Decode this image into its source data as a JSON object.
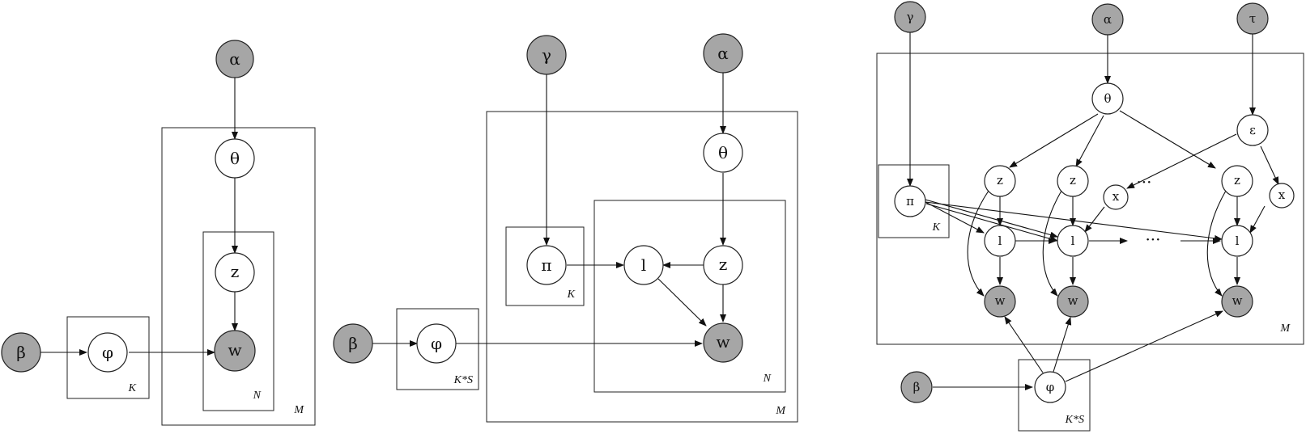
{
  "diagram1": {
    "nodes": {
      "alpha": "α",
      "theta": "θ",
      "z": "z",
      "w": "w",
      "beta": "β",
      "phi": "φ"
    },
    "plates": {
      "topics": "K",
      "words": "N",
      "docs": "M"
    }
  },
  "diagram2": {
    "nodes": {
      "gamma": "γ",
      "alpha": "α",
      "theta": "θ",
      "pi": "π",
      "l": "l",
      "z": "z",
      "w": "w",
      "beta": "β",
      "phi": "φ"
    },
    "plates": {
      "labels": "K",
      "topics": "K*S",
      "words": "N",
      "docs": "M"
    }
  },
  "diagram3": {
    "nodes": {
      "gamma": "γ",
      "alpha": "α",
      "tau": "τ",
      "theta": "θ",
      "epsilon": "ε",
      "pi": "π",
      "z": "z",
      "x": "x",
      "l": "l",
      "w": "w",
      "beta": "β",
      "phi": "φ",
      "ellipsis": "···"
    },
    "plates": {
      "labels": "K",
      "docs": "M",
      "topics": "K*S"
    }
  },
  "colors": {
    "observed": "#a6a6a6",
    "latent": "#ffffff",
    "stroke": "#222222"
  }
}
